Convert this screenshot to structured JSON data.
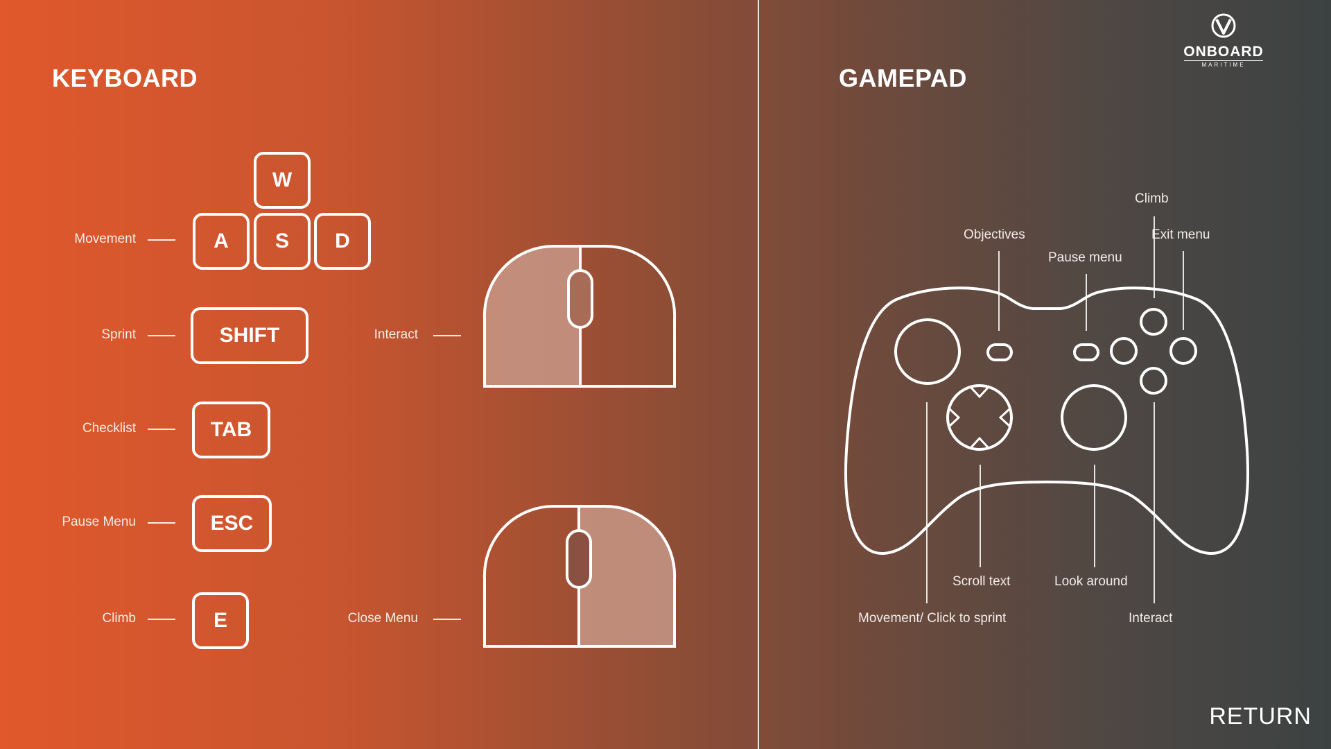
{
  "keyboard": {
    "title": "KEYBOARD",
    "bindings": {
      "movement": {
        "label": "Movement",
        "keys": [
          "W",
          "A",
          "S",
          "D"
        ]
      },
      "sprint": {
        "label": "Sprint",
        "key": "SHIFT"
      },
      "checklist": {
        "label": "Checklist",
        "key": "TAB"
      },
      "pause": {
        "label": "Pause Menu",
        "key": "ESC"
      },
      "climb": {
        "label": "Climb",
        "key": "E"
      }
    },
    "mouse": {
      "interact": {
        "label": "Interact",
        "button": "left"
      },
      "close_menu": {
        "label": "Close Menu",
        "button": "right"
      }
    }
  },
  "gamepad": {
    "title": "GAMEPAD",
    "labels": {
      "climb": "Climb",
      "objectives": "Objectives",
      "exit_menu": "Exit menu",
      "pause_menu": "Pause menu",
      "scroll_text": "Scroll text",
      "look_around": "Look around",
      "movement": "Movement/ Click to sprint",
      "interact": "Interact"
    }
  },
  "logo": {
    "name": "ONBOARD",
    "sub": "MARITIME",
    "icon": "onboard-logo-icon"
  },
  "return_label": "RETURN",
  "colors": {
    "gradient_start": "#e0582c",
    "gradient_end": "#3c4242",
    "mouse_highlight": "#c79887",
    "stroke": "#ffffff"
  }
}
